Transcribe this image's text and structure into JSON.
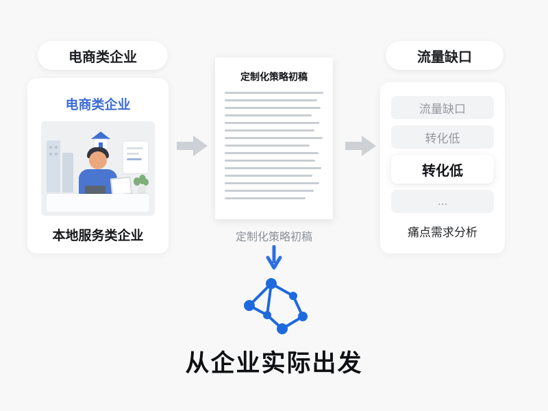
{
  "colors": {
    "accent_blue": "#3b6cd6",
    "network_blue": "#1e69de",
    "arrow_gray": "#cdd1d5",
    "muted_text": "#8b909a",
    "dark_text": "#0f1013"
  },
  "left": {
    "pill_label": "电商类企业",
    "card_title": "电商类企业",
    "caption": "本地服务类企业"
  },
  "middle": {
    "doc_title": "定制化策略初稿",
    "caption": "定制化策略初稿",
    "doc_line_count": 15
  },
  "right": {
    "pill_label": "流量缺口",
    "items": [
      {
        "label": "流量缺口",
        "style": "muted"
      },
      {
        "label": "转化低",
        "style": "muted"
      },
      {
        "label": "转化低",
        "style": "emphasized"
      },
      {
        "label": "...",
        "style": "muted"
      }
    ],
    "caption": "痛点需求分析"
  },
  "footer": {
    "headline": "从企业实际出发"
  }
}
